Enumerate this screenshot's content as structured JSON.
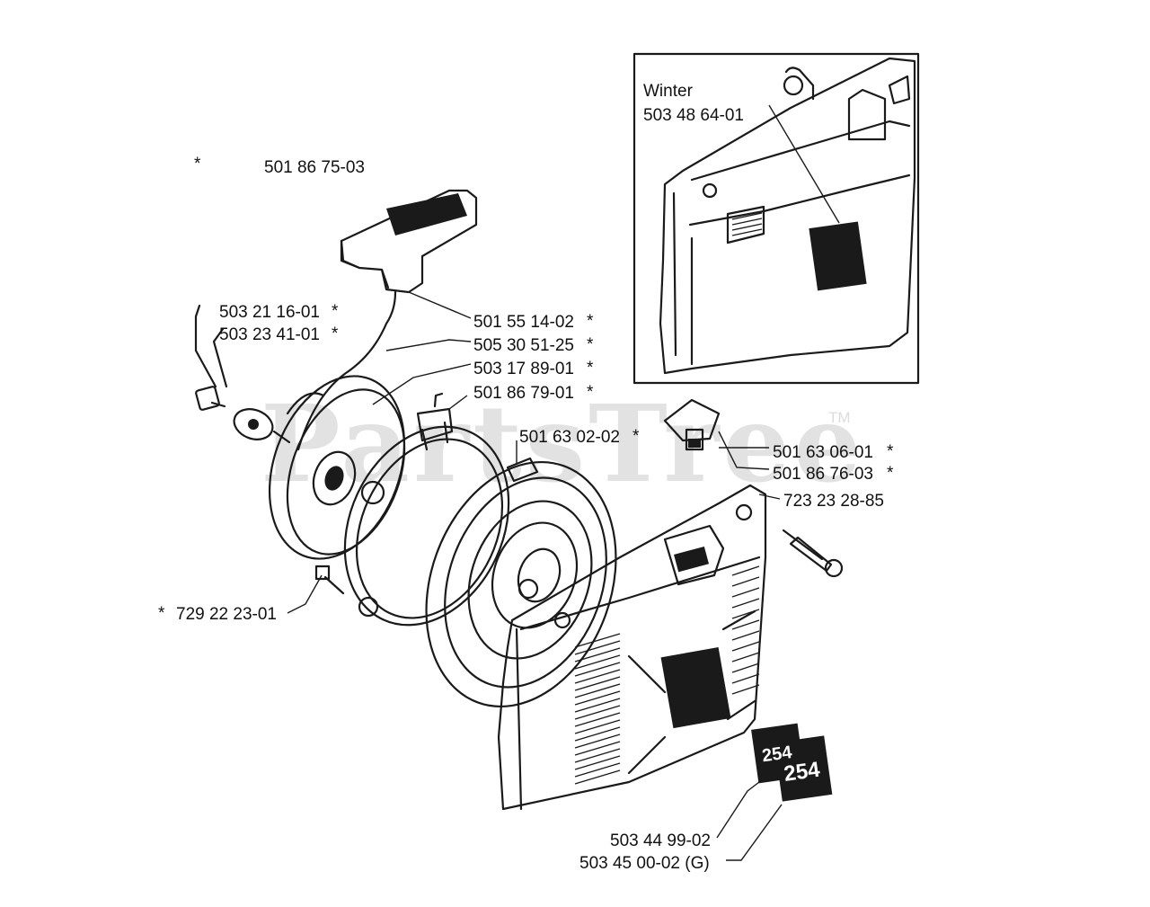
{
  "watermark": {
    "text": "PartsTree",
    "trademark": "TM"
  },
  "inset": {
    "title": "Winter",
    "part": "503 48 64-01"
  },
  "labels": {
    "handle_star": "*",
    "handle": "501 86 75-03",
    "l1": "503 21 16-01",
    "l1_star": "*",
    "l2": "503 23 41-01",
    "l2_star": "*",
    "r1": "501 55 14-02",
    "r1_star": "*",
    "r2": "505 30 51-25",
    "r2_star": "*",
    "r3": "503 17 89-01",
    "r3_star": "*",
    "r4": "501 86 79-01",
    "r4_star": "*",
    "spring": "501 63 02-02",
    "spring_star": "*",
    "r5": "501 63 06-01",
    "r5_star": "*",
    "r6": "501 86 76-03",
    "r6_star": "*",
    "screw": "723 23 28-85",
    "bolt_star": "*",
    "bolt": "729 22 23-01",
    "decal1": "503 44 99-02",
    "decal2": "503 45 00-02 (G)",
    "decal_a": "254",
    "decal_b": "254"
  }
}
